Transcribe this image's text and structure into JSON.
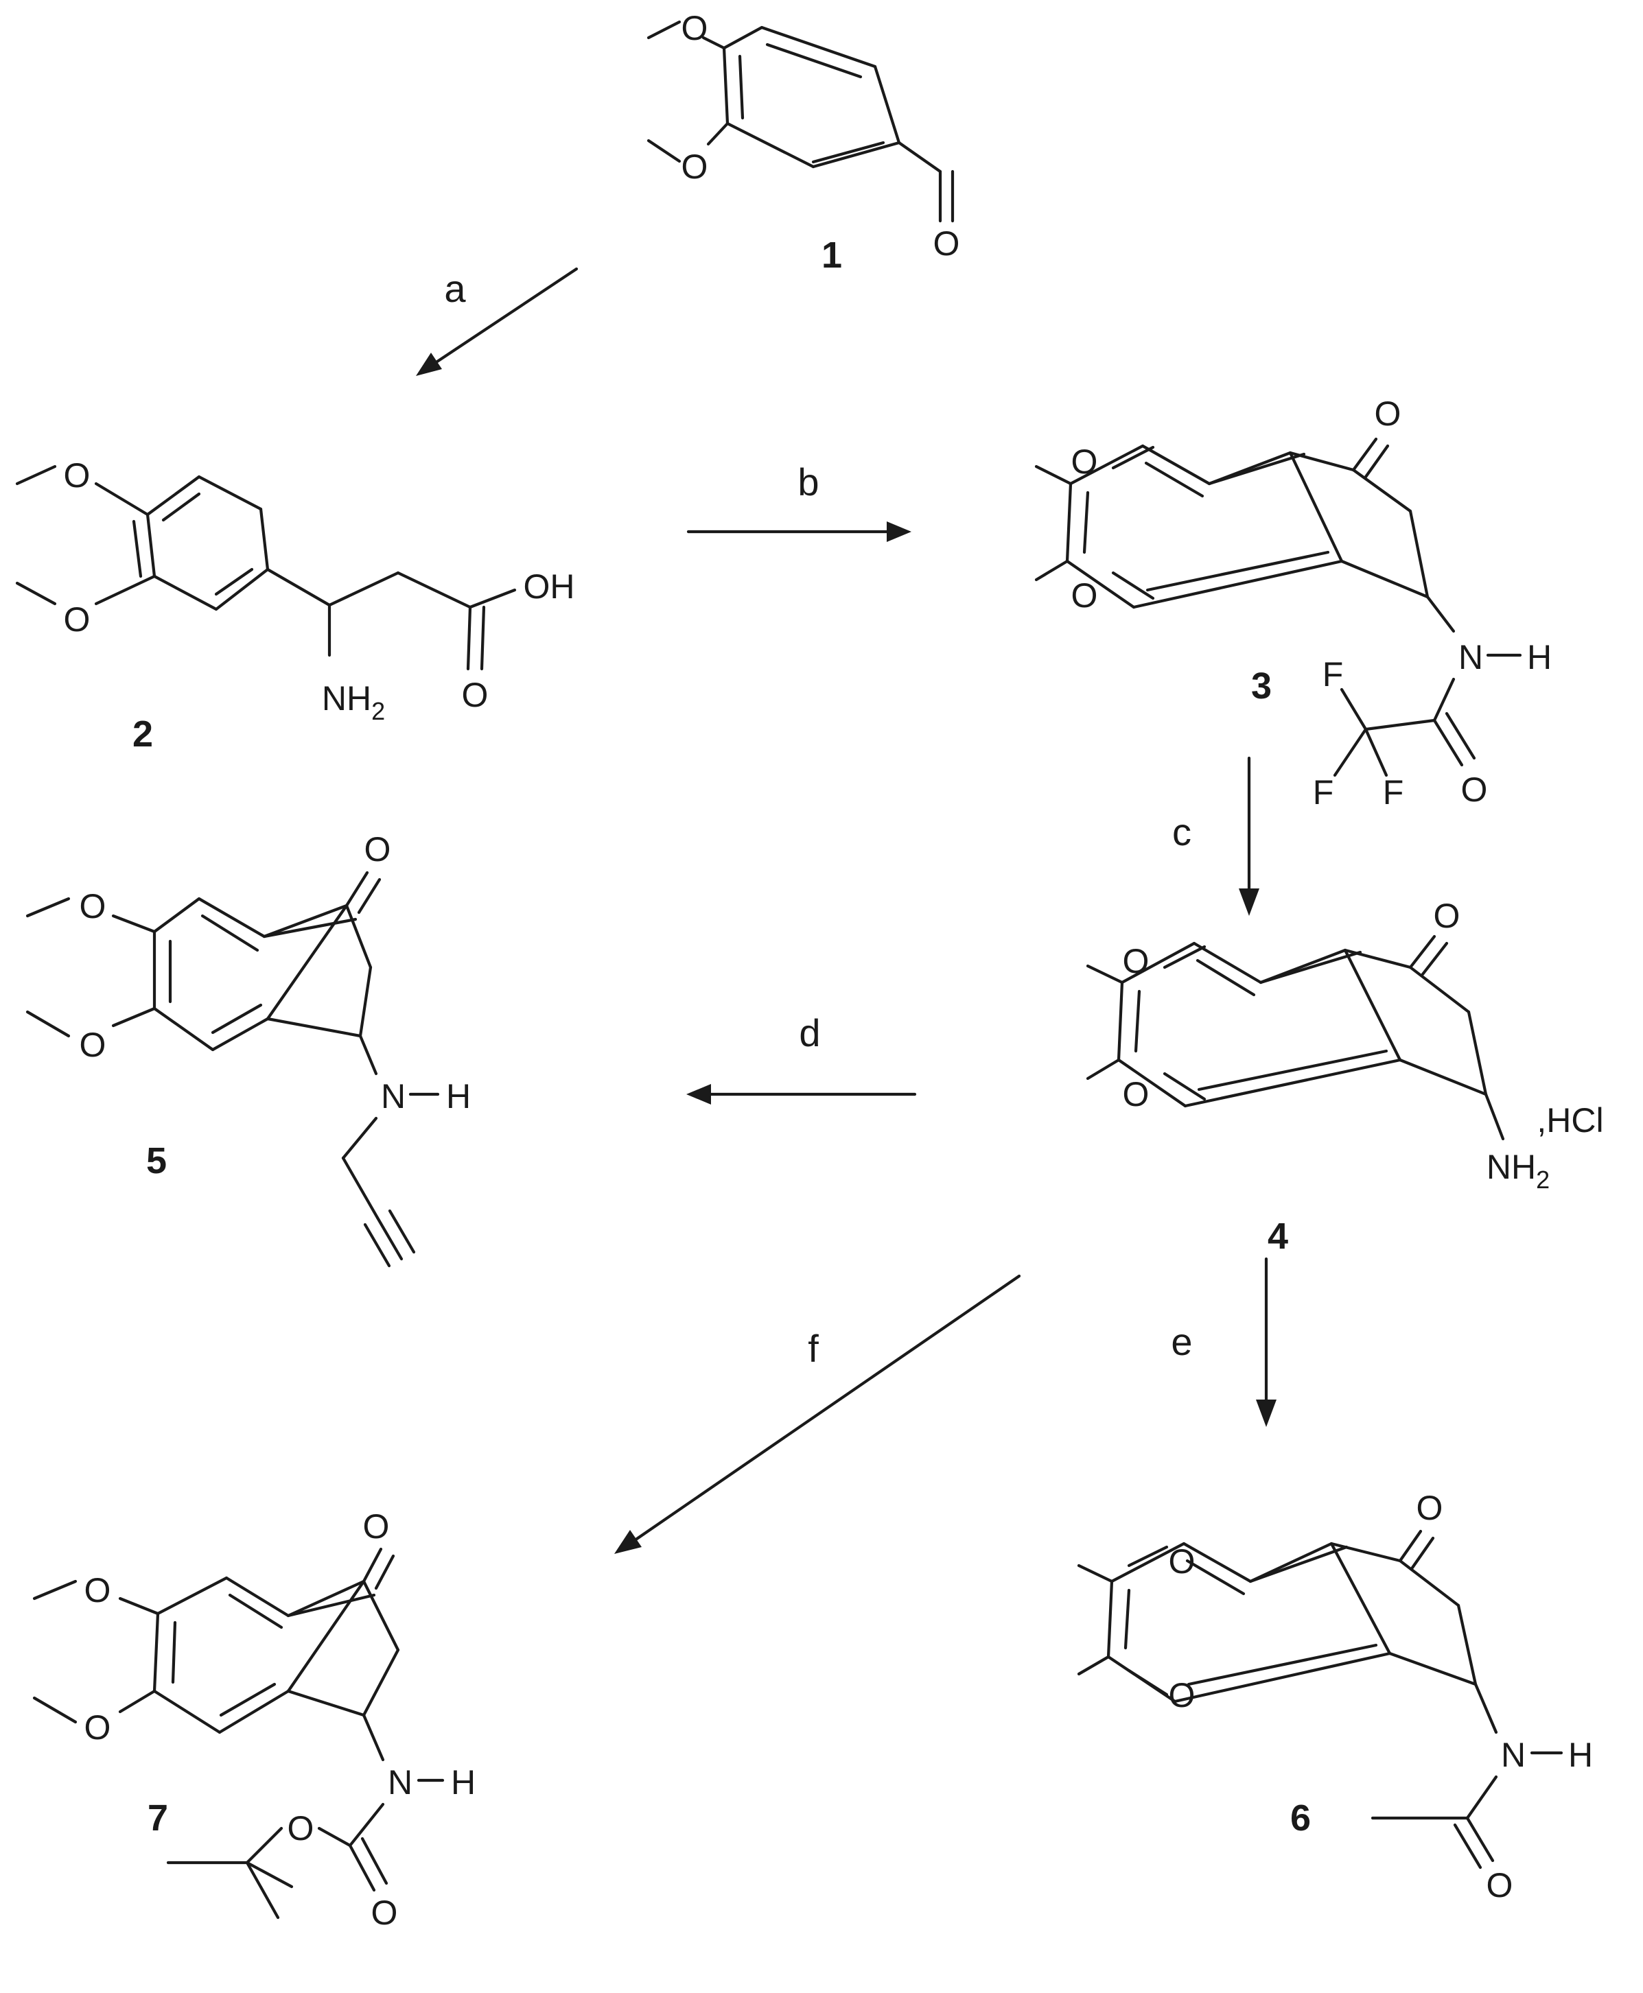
{
  "compounds": [
    {
      "number": "1"
    },
    {
      "number": "2"
    },
    {
      "number": "3"
    },
    {
      "number": "4"
    },
    {
      "number": "5"
    },
    {
      "number": "6"
    },
    {
      "number": "7"
    }
  ],
  "conditions": {
    "a": "a",
    "b": "b",
    "c": "c",
    "d": "d",
    "e": "e",
    "f": "f"
  },
  "atoms": {
    "O": "O",
    "OH": "OH",
    "NH": "NH",
    "NH2_main": "NH",
    "NH2_sub": "2",
    "N": "N",
    "H": "H",
    "F": "F",
    "HCl": ",HCl"
  }
}
